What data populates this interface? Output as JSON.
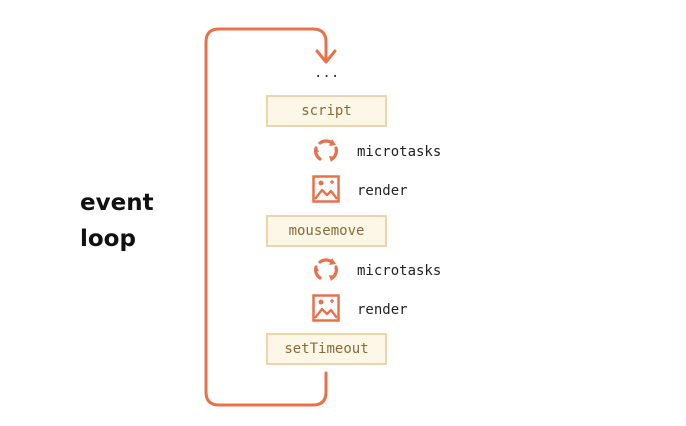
{
  "title_lines": [
    "event",
    "loop"
  ],
  "ellipsis": "...",
  "tasks": [
    {
      "label": "script",
      "steps": [
        "microtasks",
        "render"
      ]
    },
    {
      "label": "mousemove",
      "steps": [
        "microtasks",
        "render"
      ]
    },
    {
      "label": "setTimeout"
    }
  ],
  "colors": {
    "loop_arrow": "#e8704a",
    "icon": "#e8704a",
    "task_fill": "#fdf7e7",
    "task_border": "#ecd5a8"
  },
  "icons": [
    "cycle-arrows-icon",
    "image-icon"
  ]
}
